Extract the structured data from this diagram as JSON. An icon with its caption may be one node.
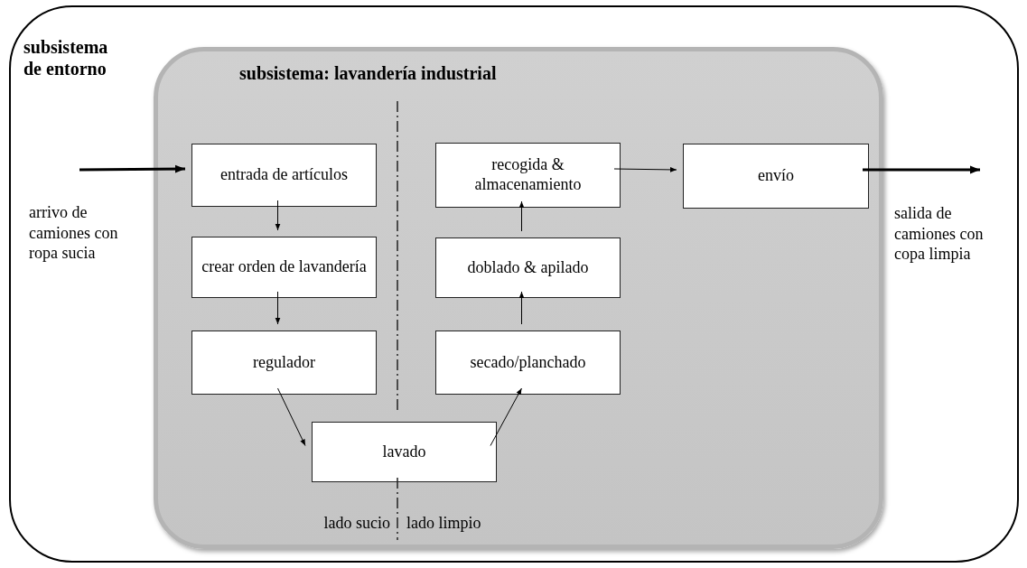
{
  "diagram": {
    "nodes": [
      {
        "text": [
          "subsistema de entorno"
        ]
      },
      {
        "text": [
          "subsistema: lavandería industrial"
        ],
        "in": 0
      },
      {
        "text": [
          "entrada de artículos"
        ],
        "in": 1
      },
      {
        "text": [
          "crear orden de lavandería"
        ],
        "in": 1
      },
      {
        "text": [
          "regulador"
        ],
        "in": 1
      },
      {
        "text": [
          "lavado"
        ],
        "in": 1
      },
      {
        "text": [
          "secado/planchado"
        ],
        "in": 1
      },
      {
        "text": [
          "doblado & apilado"
        ],
        "in": 1
      },
      {
        "text": [
          "recogida & almacenamiento"
        ],
        "in": 1
      },
      {
        "text": [
          "envío"
        ],
        "in": 1
      }
    ],
    "edges": [
      {
        "from": null,
        "to": 2,
        "arrow": "to",
        "style": "thick"
      },
      {
        "from": 2,
        "to": 3,
        "arrow": "to"
      },
      {
        "from": 3,
        "to": 4,
        "arrow": "to"
      },
      {
        "from": 4,
        "to": 5,
        "arrow": "to"
      },
      {
        "from": 5,
        "to": 6,
        "arrow": "to"
      },
      {
        "from": 6,
        "to": 7,
        "arrow": "to"
      },
      {
        "from": 7,
        "to": 8,
        "arrow": "to"
      },
      {
        "from": 8,
        "to": 9,
        "arrow": "to"
      },
      {
        "from": 9,
        "to": null,
        "arrow": "to",
        "style": "thick"
      }
    ],
    "labels": [
      "arrivo de camiones con ropa sucia",
      "salida de camiones con copa limpia",
      "lado sucio",
      "lado limpio"
    ]
  }
}
